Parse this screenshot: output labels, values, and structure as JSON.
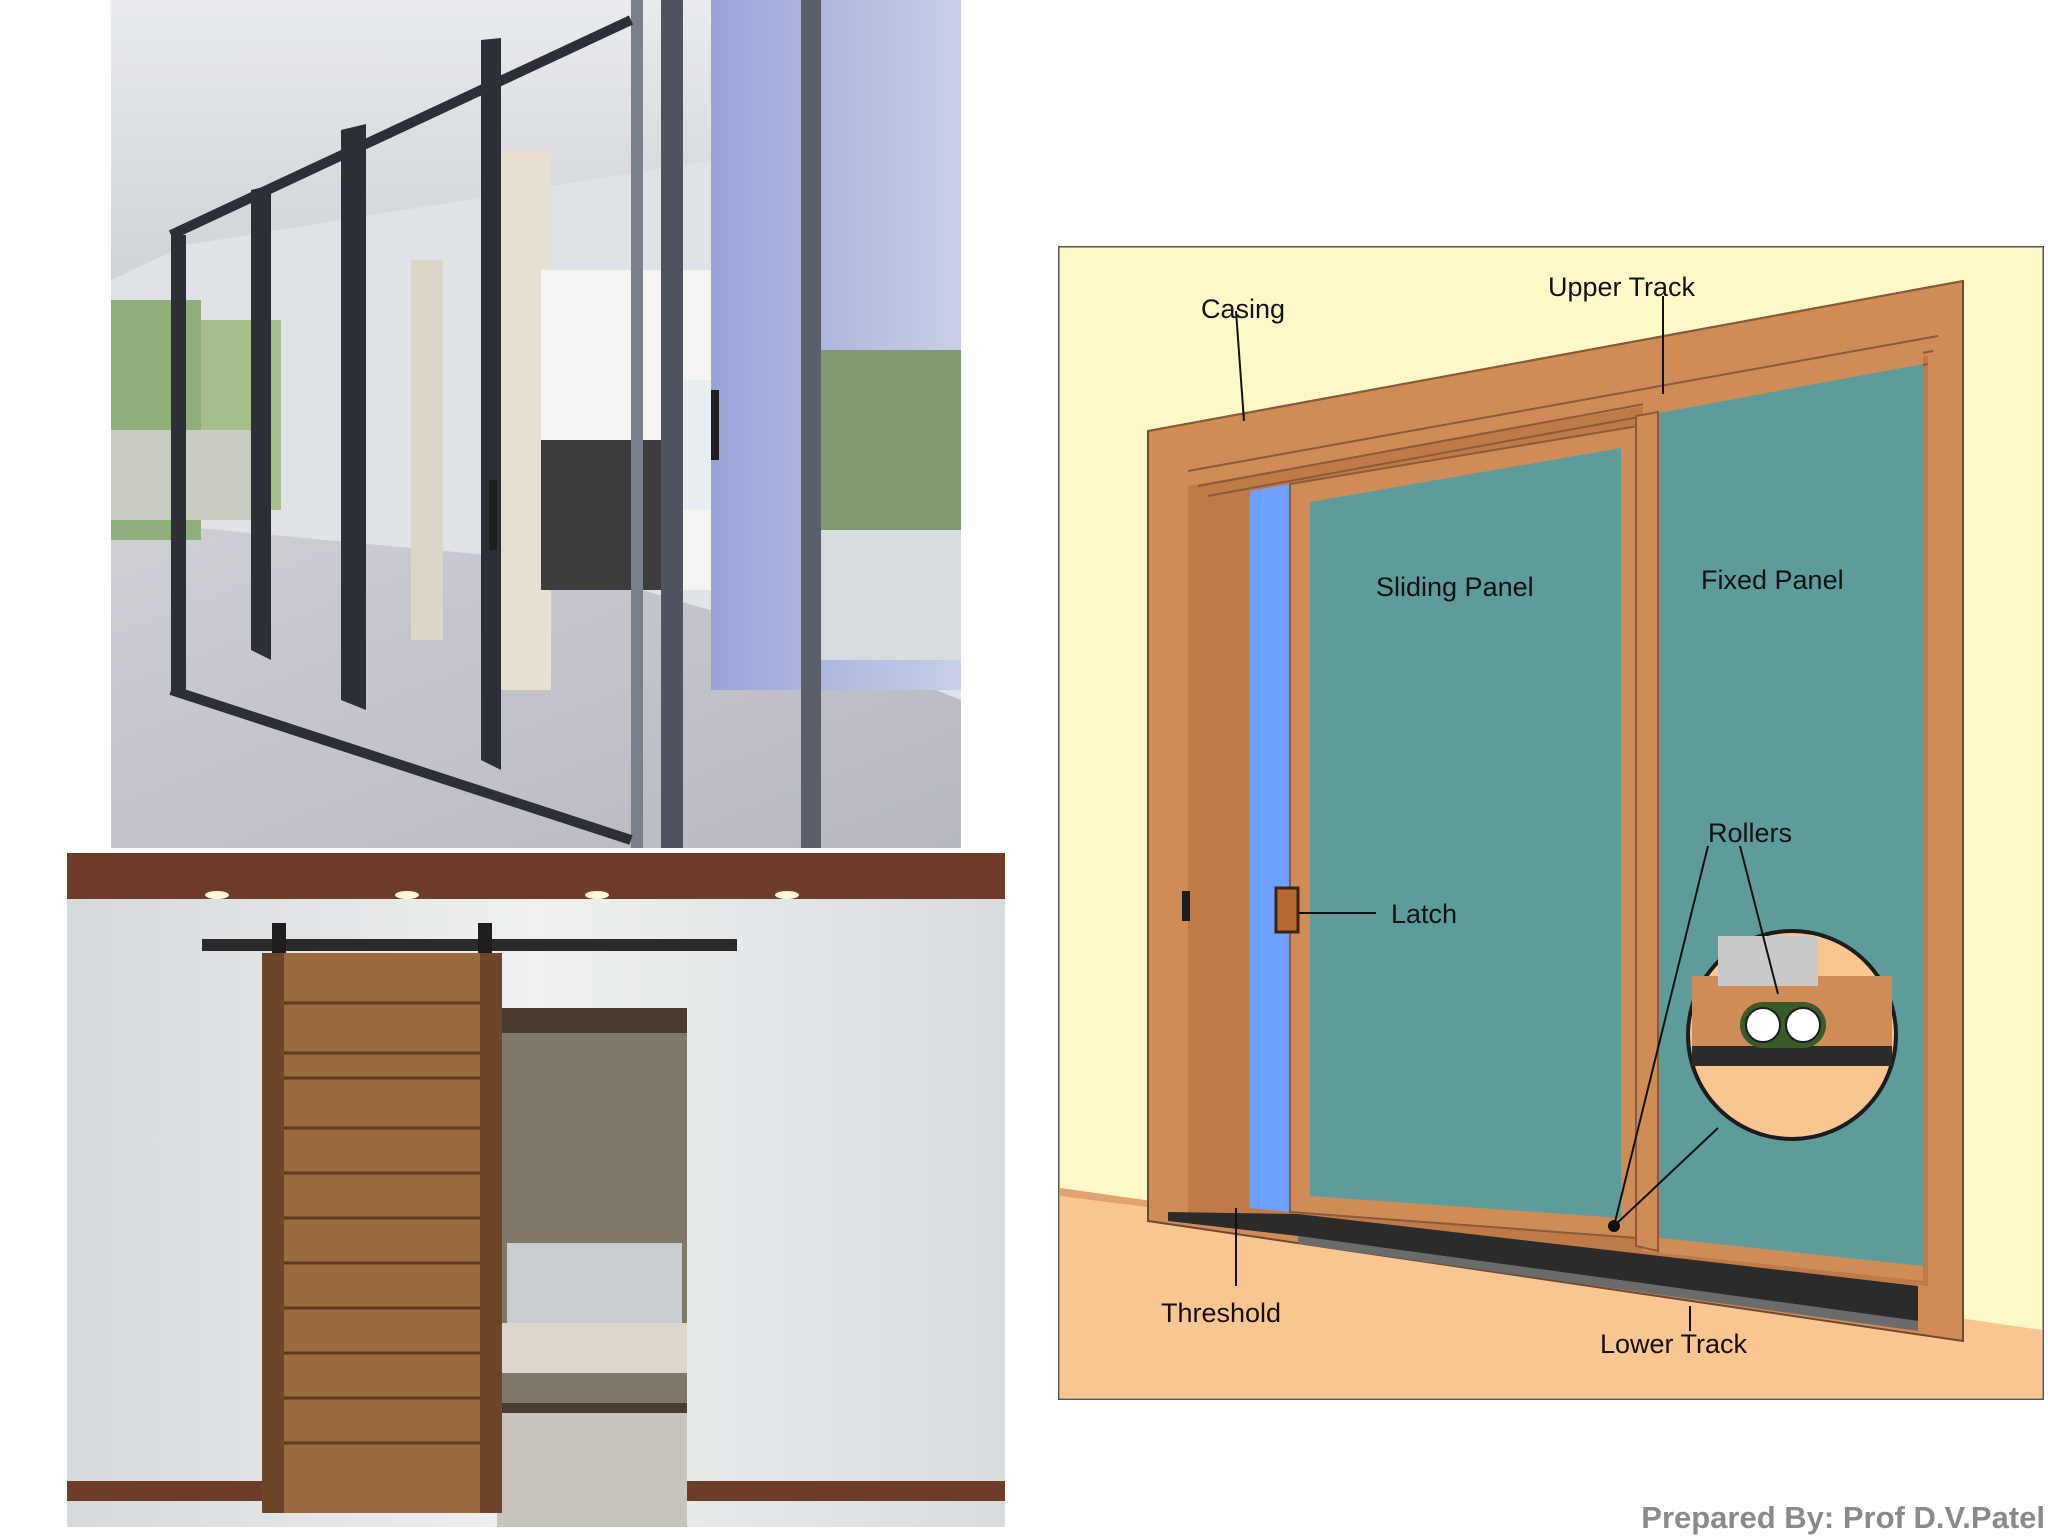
{
  "diagram": {
    "labels": {
      "casing": "Casing",
      "upper_track": "Upper Track",
      "sliding_panel": "Sliding Panel",
      "fixed_panel": "Fixed Panel",
      "latch": "Latch",
      "rollers": "Rollers",
      "threshold": "Threshold",
      "lower_track": "Lower Track"
    },
    "colors": {
      "wall": "#fdf8c8",
      "floor": "#f9c591",
      "frame": "#d08c57",
      "glass": "#5e9c9b",
      "jamb_gap": "#6ea0ff",
      "track": "#2b2b2b"
    }
  },
  "footer": {
    "credit": "Prepared By: Prof D.V.Patel"
  }
}
